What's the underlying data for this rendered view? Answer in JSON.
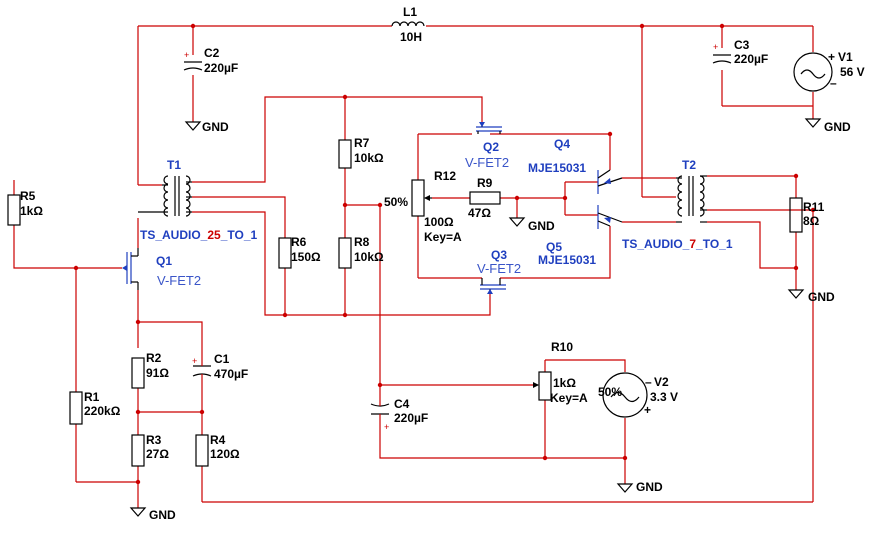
{
  "components": {
    "L1": {
      "ref": "L1",
      "value": "10H"
    },
    "C2": {
      "ref": "C2",
      "value": "220µF"
    },
    "C3": {
      "ref": "C3",
      "value": "220µF"
    },
    "V1": {
      "ref": "V1",
      "value": "56 V"
    },
    "T1": {
      "ref": "T1",
      "model_a": "TS_AUDIO_",
      "model_n": "25",
      "model_b": "_TO_1"
    },
    "T2": {
      "ref": "T2",
      "model_a": "TS_AUDIO_",
      "model_n": "7",
      "model_b": "_TO_1"
    },
    "R5": {
      "ref": "R5",
      "value": "1kΩ"
    },
    "Q1": {
      "ref": "Q1",
      "model": "V-FET2"
    },
    "R7": {
      "ref": "R7",
      "value": "10kΩ"
    },
    "R8": {
      "ref": "R8",
      "value": "10kΩ"
    },
    "R6": {
      "ref": "R6",
      "value": "150Ω"
    },
    "Q2": {
      "ref": "Q2",
      "model": "V-FET2"
    },
    "Q3": {
      "ref": "Q3",
      "model": "V-FET2"
    },
    "Q4": {
      "ref": "Q4",
      "model": "MJE15031"
    },
    "Q5": {
      "ref": "Q5",
      "model": "MJE15031"
    },
    "R12": {
      "ref": "R12",
      "value": "100Ω",
      "key": "Key=A",
      "percent": "50%"
    },
    "R9": {
      "ref": "R9",
      "value": "47Ω"
    },
    "R11": {
      "ref": "R11",
      "value": "8Ω"
    },
    "R2": {
      "ref": "R2",
      "value": "91Ω"
    },
    "C1": {
      "ref": "C1",
      "value": "470µF"
    },
    "R1": {
      "ref": "R1",
      "value": "220kΩ"
    },
    "R3": {
      "ref": "R3",
      "value": "27Ω"
    },
    "R4": {
      "ref": "R4",
      "value": "120Ω"
    },
    "C4": {
      "ref": "C4",
      "value": "220µF"
    },
    "R10": {
      "ref": "R10",
      "value": "1kΩ",
      "key": "Key=A",
      "percent": "50%"
    },
    "V2": {
      "ref": "V2",
      "value": "3.3 V"
    }
  },
  "ground_label": "GND",
  "colors": {
    "wire": "#cc0000",
    "component": "#000000",
    "model": "#1f3fbf",
    "accent": "#cc0000"
  }
}
